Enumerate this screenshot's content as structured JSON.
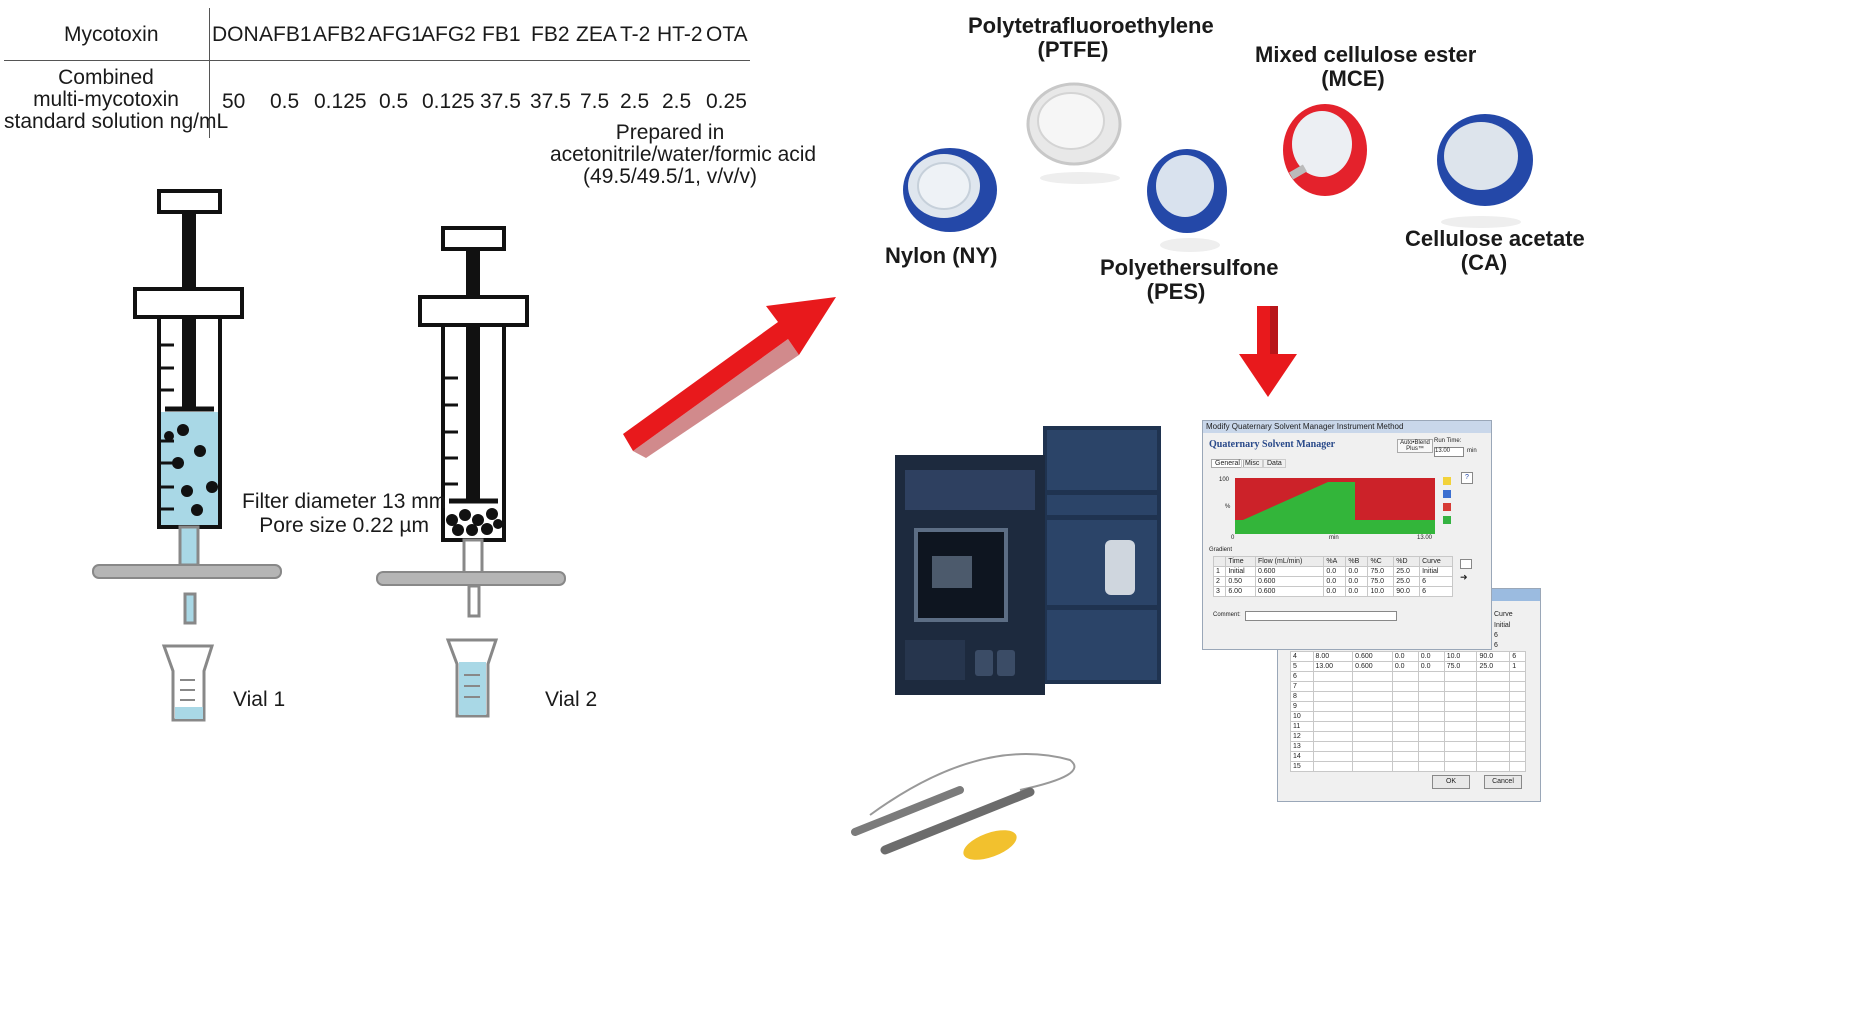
{
  "table": {
    "header_label": "Mycotoxin",
    "row_label_lines": [
      "Combined",
      "multi-mycotoxin",
      "standard solution ng/mL"
    ],
    "columns": [
      "DON",
      "AFB1",
      "AFB2",
      "AFG1",
      "AFG2",
      "FB1",
      "FB2",
      "ZEA",
      "T-2",
      "HT-2",
      "OTA"
    ],
    "values": [
      "50",
      "0.5",
      "0.125",
      "0.5",
      "0.125",
      "37.5",
      "37.5",
      "7.5",
      "2.5",
      "2.5",
      "0.25"
    ],
    "prepared_lines": [
      "Prepared in",
      "acetonitrile/water/formic acid",
      "(49.5/49.5/1, v/v/v)"
    ]
  },
  "syringe": {
    "filter_text_lines": [
      "Filter diameter 13 mm",
      "Pore size 0.22 µm"
    ],
    "vial1": "Vial 1",
    "vial2": "Vial 2"
  },
  "filters": {
    "ptfe_lines": [
      "Polytetrafluoroethylene",
      "(PTFE)"
    ],
    "mce_lines": [
      "Mixed cellulose ester",
      "(MCE)"
    ],
    "ny": "Nylon (NY)",
    "pes_lines": [
      "Polyethersulfone",
      "(PES)"
    ],
    "ca_lines": [
      "Cellulose acetate",
      "(CA)"
    ]
  },
  "software": {
    "window_title": "Modify Quaternary Solvent Manager Instrument Method",
    "heading": "Quaternary Solvent Manager",
    "auto_blend": "Auto•Blend Plus™",
    "run_time_label": "Run Time:",
    "run_time_value": "13.00",
    "run_time_unit": "min",
    "tabs": [
      "General",
      "Misc",
      "Data"
    ],
    "chart_y_max": "100",
    "chart_y_unit": "%",
    "chart_x_start": "0",
    "chart_x_unit": "min",
    "chart_x_end": "13.00",
    "gradient_label": "Gradient",
    "grid_headers": [
      "",
      "Time",
      "Flow (mL/min)",
      "%A",
      "%B",
      "%C",
      "%D",
      "Curve"
    ],
    "grid_rows": [
      [
        "1",
        "Initial",
        "0.600",
        "0.0",
        "0.0",
        "75.0",
        "25.0",
        "Initial"
      ],
      [
        "2",
        "0.50",
        "0.600",
        "0.0",
        "0.0",
        "75.0",
        "25.0",
        "6"
      ],
      [
        "3",
        "6.00",
        "0.600",
        "0.0",
        "0.0",
        "10.0",
        "90.0",
        "6"
      ]
    ],
    "comment_label": "Comment:",
    "back_header": "Curve",
    "back_rows": [
      [
        "4",
        "8.00",
        "0.600",
        "0.0",
        "0.0",
        "10.0",
        "90.0",
        "6"
      ],
      [
        "5",
        "13.00",
        "0.600",
        "0.0",
        "0.0",
        "75.0",
        "25.0",
        "1"
      ]
    ],
    "back_row_numbers": [
      "6",
      "7",
      "8",
      "9",
      "10",
      "11",
      "12",
      "13",
      "14",
      "15"
    ],
    "back_curve_top": [
      "Initial",
      "6",
      "6"
    ],
    "ok_label": "OK",
    "cancel_label": "Cancel"
  },
  "colors": {
    "liquid": "#a9d8e6",
    "arrow": "#e8191c",
    "filter_blue": "#2448a8",
    "filter_red": "#e4222c",
    "chart_red": "#cc2229",
    "chart_green": "#33b53a"
  }
}
